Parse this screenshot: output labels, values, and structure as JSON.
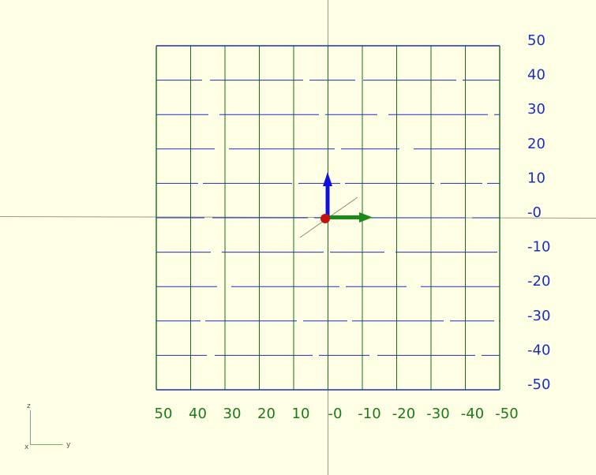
{
  "viewport": {
    "background": "#ffffe5",
    "colors": {
      "grid_vertical": "#1b6b1b",
      "grid_horizontal": "#1a2fbd",
      "x_ruler_labels": "#1a7a1a",
      "y_ruler_labels": "#1a2fbd",
      "axis_line": "#9a9a8a",
      "z_arrow": "#1010e0",
      "x_arrow": "#1a8a1a",
      "origin_sphere": "#c41010"
    },
    "x_ruler": [
      "50",
      "40",
      "30",
      "20",
      "10",
      "-0",
      "-10",
      "-20",
      "-30",
      "-40",
      "-50"
    ],
    "y_ruler": [
      "50",
      "40",
      "30",
      "20",
      "10",
      "-0",
      "-10",
      "-20",
      "-30",
      "-40",
      "-50"
    ]
  },
  "axes_gizmo": {
    "z_label": "z",
    "y_label": "y",
    "x_label": "x",
    "colors": {
      "vertical": "#7a9ab0",
      "horizontal": "#6ab06a"
    }
  }
}
